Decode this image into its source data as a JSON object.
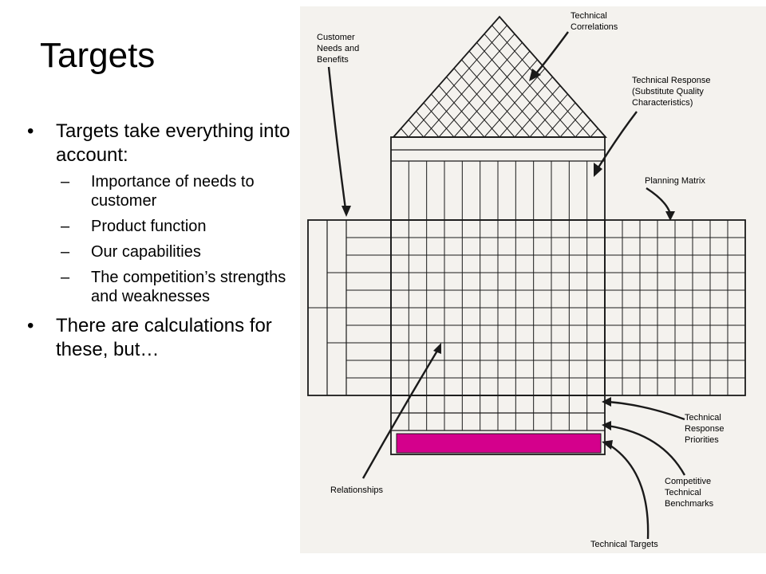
{
  "title": "Targets",
  "bullets": [
    {
      "text": "Targets take everything into account:",
      "subs": [
        "Importance of needs to customer",
        "Product function",
        "Our capabilities",
        "The competition’s strengths and weaknesses"
      ]
    },
    {
      "text": "There are calculations for these, but…"
    }
  ],
  "diagram": {
    "labels": {
      "customer_needs": [
        "Customer",
        "Needs and",
        "Benefits"
      ],
      "technical_correlations": [
        "Technical",
        "Correlations"
      ],
      "technical_response": [
        "Technical Response",
        "(Substitute Quality",
        "Characteristics)"
      ],
      "planning_matrix": [
        "Planning Matrix"
      ],
      "technical_response_priorities": [
        "Technical",
        "Response",
        "Priorities"
      ],
      "competitive_benchmarks": [
        "Competitive",
        "Technical",
        "Benchmarks"
      ],
      "relationships": [
        "Relationships"
      ],
      "technical_targets": [
        "Technical Targets"
      ]
    },
    "colors": {
      "background": "#f4f2ee",
      "lines": "#1a1a1a",
      "highlight": "#d4008c"
    }
  }
}
